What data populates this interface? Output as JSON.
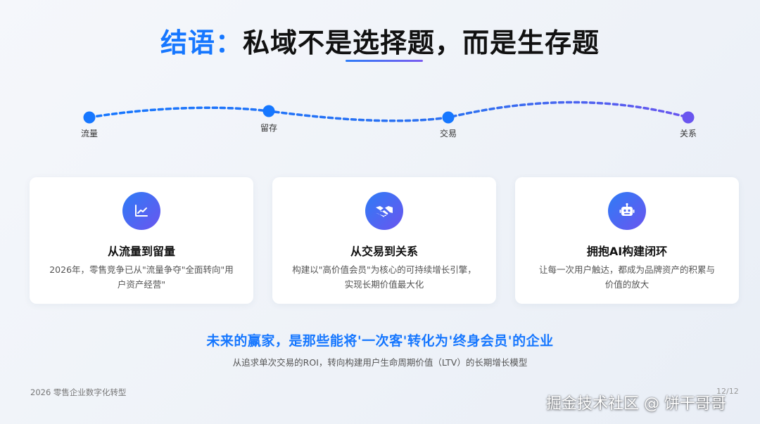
{
  "title": {
    "accent": "结语：",
    "main": "私域不是选择题，而是生存题"
  },
  "timeline": {
    "stages": [
      {
        "label": "流量",
        "color": "#1677ff"
      },
      {
        "label": "留存",
        "color": "#1677ff"
      },
      {
        "label": "交易",
        "color": "#1677ff"
      },
      {
        "label": "关系",
        "color": "#6a55ef"
      }
    ]
  },
  "cards": [
    {
      "icon": "line-chart-icon",
      "title": "从流量到留量",
      "desc_line1": "2026年，零售竞争已从\"流量争夺\"全面转向\"用",
      "desc_line2": "户资产经营\""
    },
    {
      "icon": "handshake-icon",
      "title": "从交易到关系",
      "desc_line1": "构建以\"高价值会员\"为核心的可持续增长引擎，",
      "desc_line2": "实现长期价值最大化"
    },
    {
      "icon": "robot-icon",
      "title": "拥抱AI构建闭环",
      "desc_line1": "让每一次用户触达，都成为品牌资产的积累与",
      "desc_line2": "价值的放大"
    }
  ],
  "slogan": "未来的赢家，是那些能将'一次客'转化为'终身会员'的企业",
  "sub_slogan": "从追求单次交易的ROI，转向构建用户生命周期价值（LTV）的长期增长模型",
  "footer": {
    "left": "2026 零售企业数字化转型",
    "page": "12/12"
  },
  "watermark": "掘金技术社区 @ 饼干哥哥",
  "colors": {
    "accent": "#1677ff",
    "purple": "#6a55ef"
  }
}
